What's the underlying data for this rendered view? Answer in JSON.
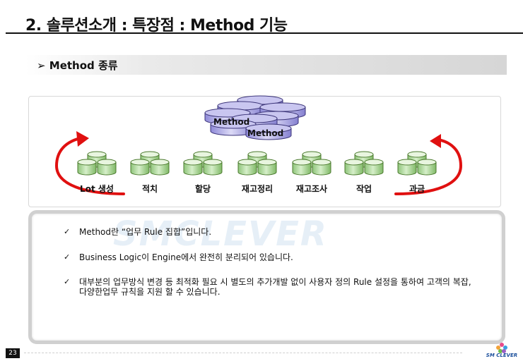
{
  "header": {
    "title_main": "2. 솔루션소개",
    "title_sep": " : ",
    "title_sub": "특장점",
    "title_sep2": " : ",
    "title_end": "Method 기능"
  },
  "section": {
    "label": "➢ Method 종류"
  },
  "diagram": {
    "method_labels": [
      "Method",
      "Method"
    ],
    "items": [
      "Lot 생성",
      "적치",
      "할당",
      "재고정리",
      "재고조사",
      "작업",
      "과금"
    ],
    "colors": {
      "cylinder_fill": "#b9e0a5",
      "cylinder_stroke": "#4b7a2e",
      "method_fill": "#b9b6e8",
      "method_stroke": "#3b3478",
      "arrow": "#e01010"
    }
  },
  "bullets": [
    {
      "check": "✓",
      "text": "Method란 “업무 Rule 집합”입니다."
    },
    {
      "check": "✓",
      "text": "Business Logic이 Engine에서 완전히 분리되어 있습니다."
    },
    {
      "check": "✓",
      "text": "대부분의 업무방식 변경 등 최적화 필요 시 별도의 추가개발 없이 사용자 정의 Rule 설정을 통하여 고객의 복잡, 다양한업무 규칙을 지원 할 수 있습니다."
    }
  ],
  "watermark": "SMCLEVER",
  "footer": {
    "page": "23",
    "logo_text": "SM CLEVER"
  }
}
